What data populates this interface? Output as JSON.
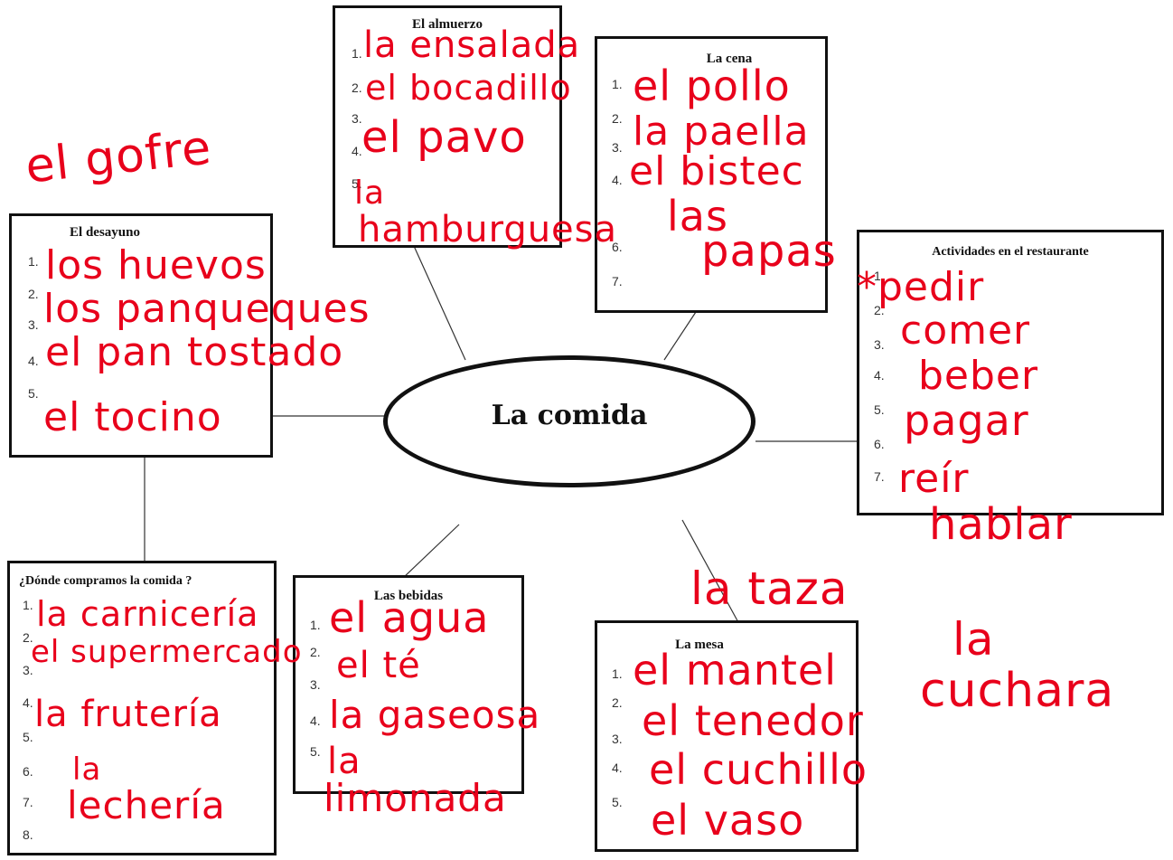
{
  "center_title": "La comida",
  "boxes": {
    "desayuno": {
      "title": "El desayuno",
      "numbers": [
        "1.",
        "2.",
        "3.",
        "4.",
        "5."
      ],
      "answers": [
        "los huevos",
        "los panqueques",
        "el pan tostado",
        "el tocino"
      ]
    },
    "almuerzo": {
      "title": "El almuerzo",
      "numbers": [
        "1.",
        "2.",
        "3.",
        "4.",
        "5."
      ],
      "answers": [
        "la ensalada",
        "el bocadillo",
        "el pavo",
        "la",
        "hamburguesa"
      ]
    },
    "cena": {
      "title": "La cena",
      "numbers": [
        "1.",
        "2.",
        "3.",
        "4.",
        "6.",
        "7."
      ],
      "answers": [
        "el pollo",
        "la paella",
        "el bistec",
        "las",
        "papas"
      ]
    },
    "actividades": {
      "title": "Actividades en el restaurante",
      "numbers": [
        "1.",
        "2.",
        "3.",
        "4.",
        "5.",
        "6.",
        "7."
      ],
      "answers": [
        "*pedir",
        "comer",
        "beber",
        "pagar",
        "reír",
        "hablar"
      ]
    },
    "donde": {
      "title": "¿Dónde compramos la comida ?",
      "numbers": [
        "1.",
        "2.",
        "3.",
        "4.",
        "5.",
        "6.",
        "7.",
        "8."
      ],
      "answers": [
        "la carnicería",
        "el supermercado",
        "la frutería",
        "la",
        "lechería"
      ]
    },
    "bebidas": {
      "title": "Las bebidas",
      "numbers": [
        "1.",
        "2.",
        "3.",
        "4.",
        "5."
      ],
      "answers": [
        "el agua",
        "el té",
        "la gaseosa",
        "la",
        "limonada"
      ]
    },
    "mesa": {
      "title": "La mesa",
      "numbers": [
        "1.",
        "2.",
        "3.",
        "4.",
        "5."
      ],
      "answers": [
        "la taza",
        "el mantel",
        "la",
        "cuchara",
        "el tenedor",
        "el cuchillo",
        "el vaso"
      ]
    }
  },
  "extra_note": "el gofre"
}
